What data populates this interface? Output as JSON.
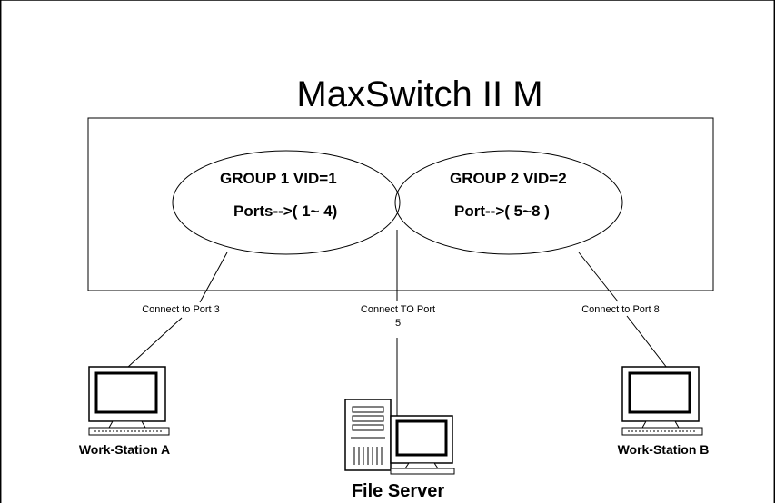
{
  "title": "MaxSwitch II M",
  "groups": [
    {
      "title": "GROUP 1 VID=1",
      "ports": "Ports-->( 1~ 4)"
    },
    {
      "title": "GROUP 2 VID=2",
      "ports": "Port-->( 5~8 )"
    }
  ],
  "connections": {
    "a": "Connect to Port 3",
    "server_line1": "Connect TO Port",
    "server_line2": "5",
    "b": "Connect to Port 8"
  },
  "devices": {
    "workstation_a": "Work-Station A",
    "workstation_b": "Work-Station B",
    "file_server": "File Server"
  }
}
